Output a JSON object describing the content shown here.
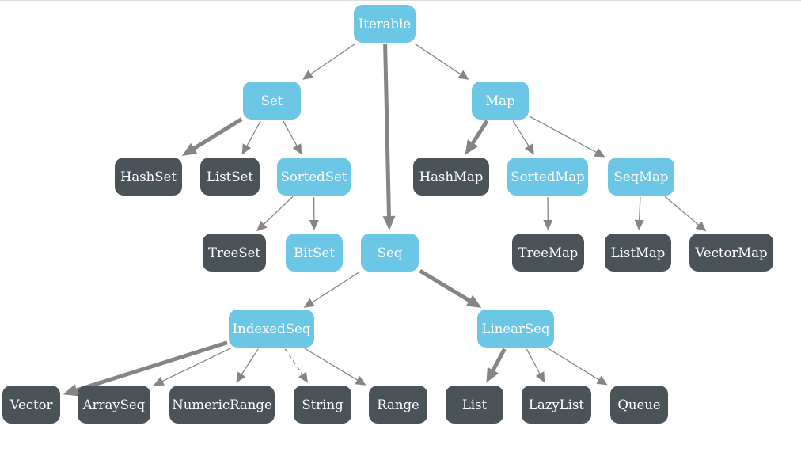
{
  "colors": {
    "trait": "#6cc6e6",
    "class": "#4a5358",
    "edge": "#858585"
  },
  "nodes": [
    {
      "id": "iterable",
      "label": "Iterable",
      "kind": "trait"
    },
    {
      "id": "set",
      "label": "Set",
      "kind": "trait"
    },
    {
      "id": "map",
      "label": "Map",
      "kind": "trait"
    },
    {
      "id": "seq",
      "label": "Seq",
      "kind": "trait"
    },
    {
      "id": "hashset",
      "label": "HashSet",
      "kind": "class"
    },
    {
      "id": "listset",
      "label": "ListSet",
      "kind": "class"
    },
    {
      "id": "sortedset",
      "label": "SortedSet",
      "kind": "trait"
    },
    {
      "id": "hashmap",
      "label": "HashMap",
      "kind": "class"
    },
    {
      "id": "sortedmap",
      "label": "SortedMap",
      "kind": "trait"
    },
    {
      "id": "seqmap",
      "label": "SeqMap",
      "kind": "trait"
    },
    {
      "id": "treeset",
      "label": "TreeSet",
      "kind": "class"
    },
    {
      "id": "bitset",
      "label": "BitSet",
      "kind": "trait"
    },
    {
      "id": "treemap",
      "label": "TreeMap",
      "kind": "class"
    },
    {
      "id": "listmap",
      "label": "ListMap",
      "kind": "class"
    },
    {
      "id": "vectormap",
      "label": "VectorMap",
      "kind": "class"
    },
    {
      "id": "indexedseq",
      "label": "IndexedSeq",
      "kind": "trait"
    },
    {
      "id": "linearseq",
      "label": "LinearSeq",
      "kind": "trait"
    },
    {
      "id": "vector",
      "label": "Vector",
      "kind": "class"
    },
    {
      "id": "arrayseq",
      "label": "ArraySeq",
      "kind": "class"
    },
    {
      "id": "numericrange",
      "label": "NumericRange",
      "kind": "class"
    },
    {
      "id": "string",
      "label": "String",
      "kind": "class"
    },
    {
      "id": "range",
      "label": "Range",
      "kind": "class"
    },
    {
      "id": "list",
      "label": "List",
      "kind": "class"
    },
    {
      "id": "lazylist",
      "label": "LazyList",
      "kind": "class"
    },
    {
      "id": "queue",
      "label": "Queue",
      "kind": "class"
    }
  ],
  "edges": [
    {
      "from": "iterable",
      "to": "set",
      "style": "thin"
    },
    {
      "from": "iterable",
      "to": "seq",
      "style": "thick"
    },
    {
      "from": "iterable",
      "to": "map",
      "style": "thin"
    },
    {
      "from": "set",
      "to": "hashset",
      "style": "thick"
    },
    {
      "from": "set",
      "to": "listset",
      "style": "thin"
    },
    {
      "from": "set",
      "to": "sortedset",
      "style": "thin"
    },
    {
      "from": "sortedset",
      "to": "treeset",
      "style": "thin"
    },
    {
      "from": "sortedset",
      "to": "bitset",
      "style": "thin"
    },
    {
      "from": "map",
      "to": "hashmap",
      "style": "thick"
    },
    {
      "from": "map",
      "to": "sortedmap",
      "style": "thin"
    },
    {
      "from": "map",
      "to": "seqmap",
      "style": "thin"
    },
    {
      "from": "sortedmap",
      "to": "treemap",
      "style": "thin"
    },
    {
      "from": "seqmap",
      "to": "listmap",
      "style": "thin"
    },
    {
      "from": "seqmap",
      "to": "vectormap",
      "style": "thin"
    },
    {
      "from": "seq",
      "to": "indexedseq",
      "style": "thin"
    },
    {
      "from": "seq",
      "to": "linearseq",
      "style": "thick"
    },
    {
      "from": "indexedseq",
      "to": "vector",
      "style": "thick"
    },
    {
      "from": "indexedseq",
      "to": "arrayseq",
      "style": "thin"
    },
    {
      "from": "indexedseq",
      "to": "numericrange",
      "style": "thin"
    },
    {
      "from": "indexedseq",
      "to": "string",
      "style": "dashed"
    },
    {
      "from": "indexedseq",
      "to": "range",
      "style": "thin"
    },
    {
      "from": "linearseq",
      "to": "list",
      "style": "thick"
    },
    {
      "from": "linearseq",
      "to": "lazylist",
      "style": "thin"
    },
    {
      "from": "linearseq",
      "to": "queue",
      "style": "thin"
    }
  ]
}
